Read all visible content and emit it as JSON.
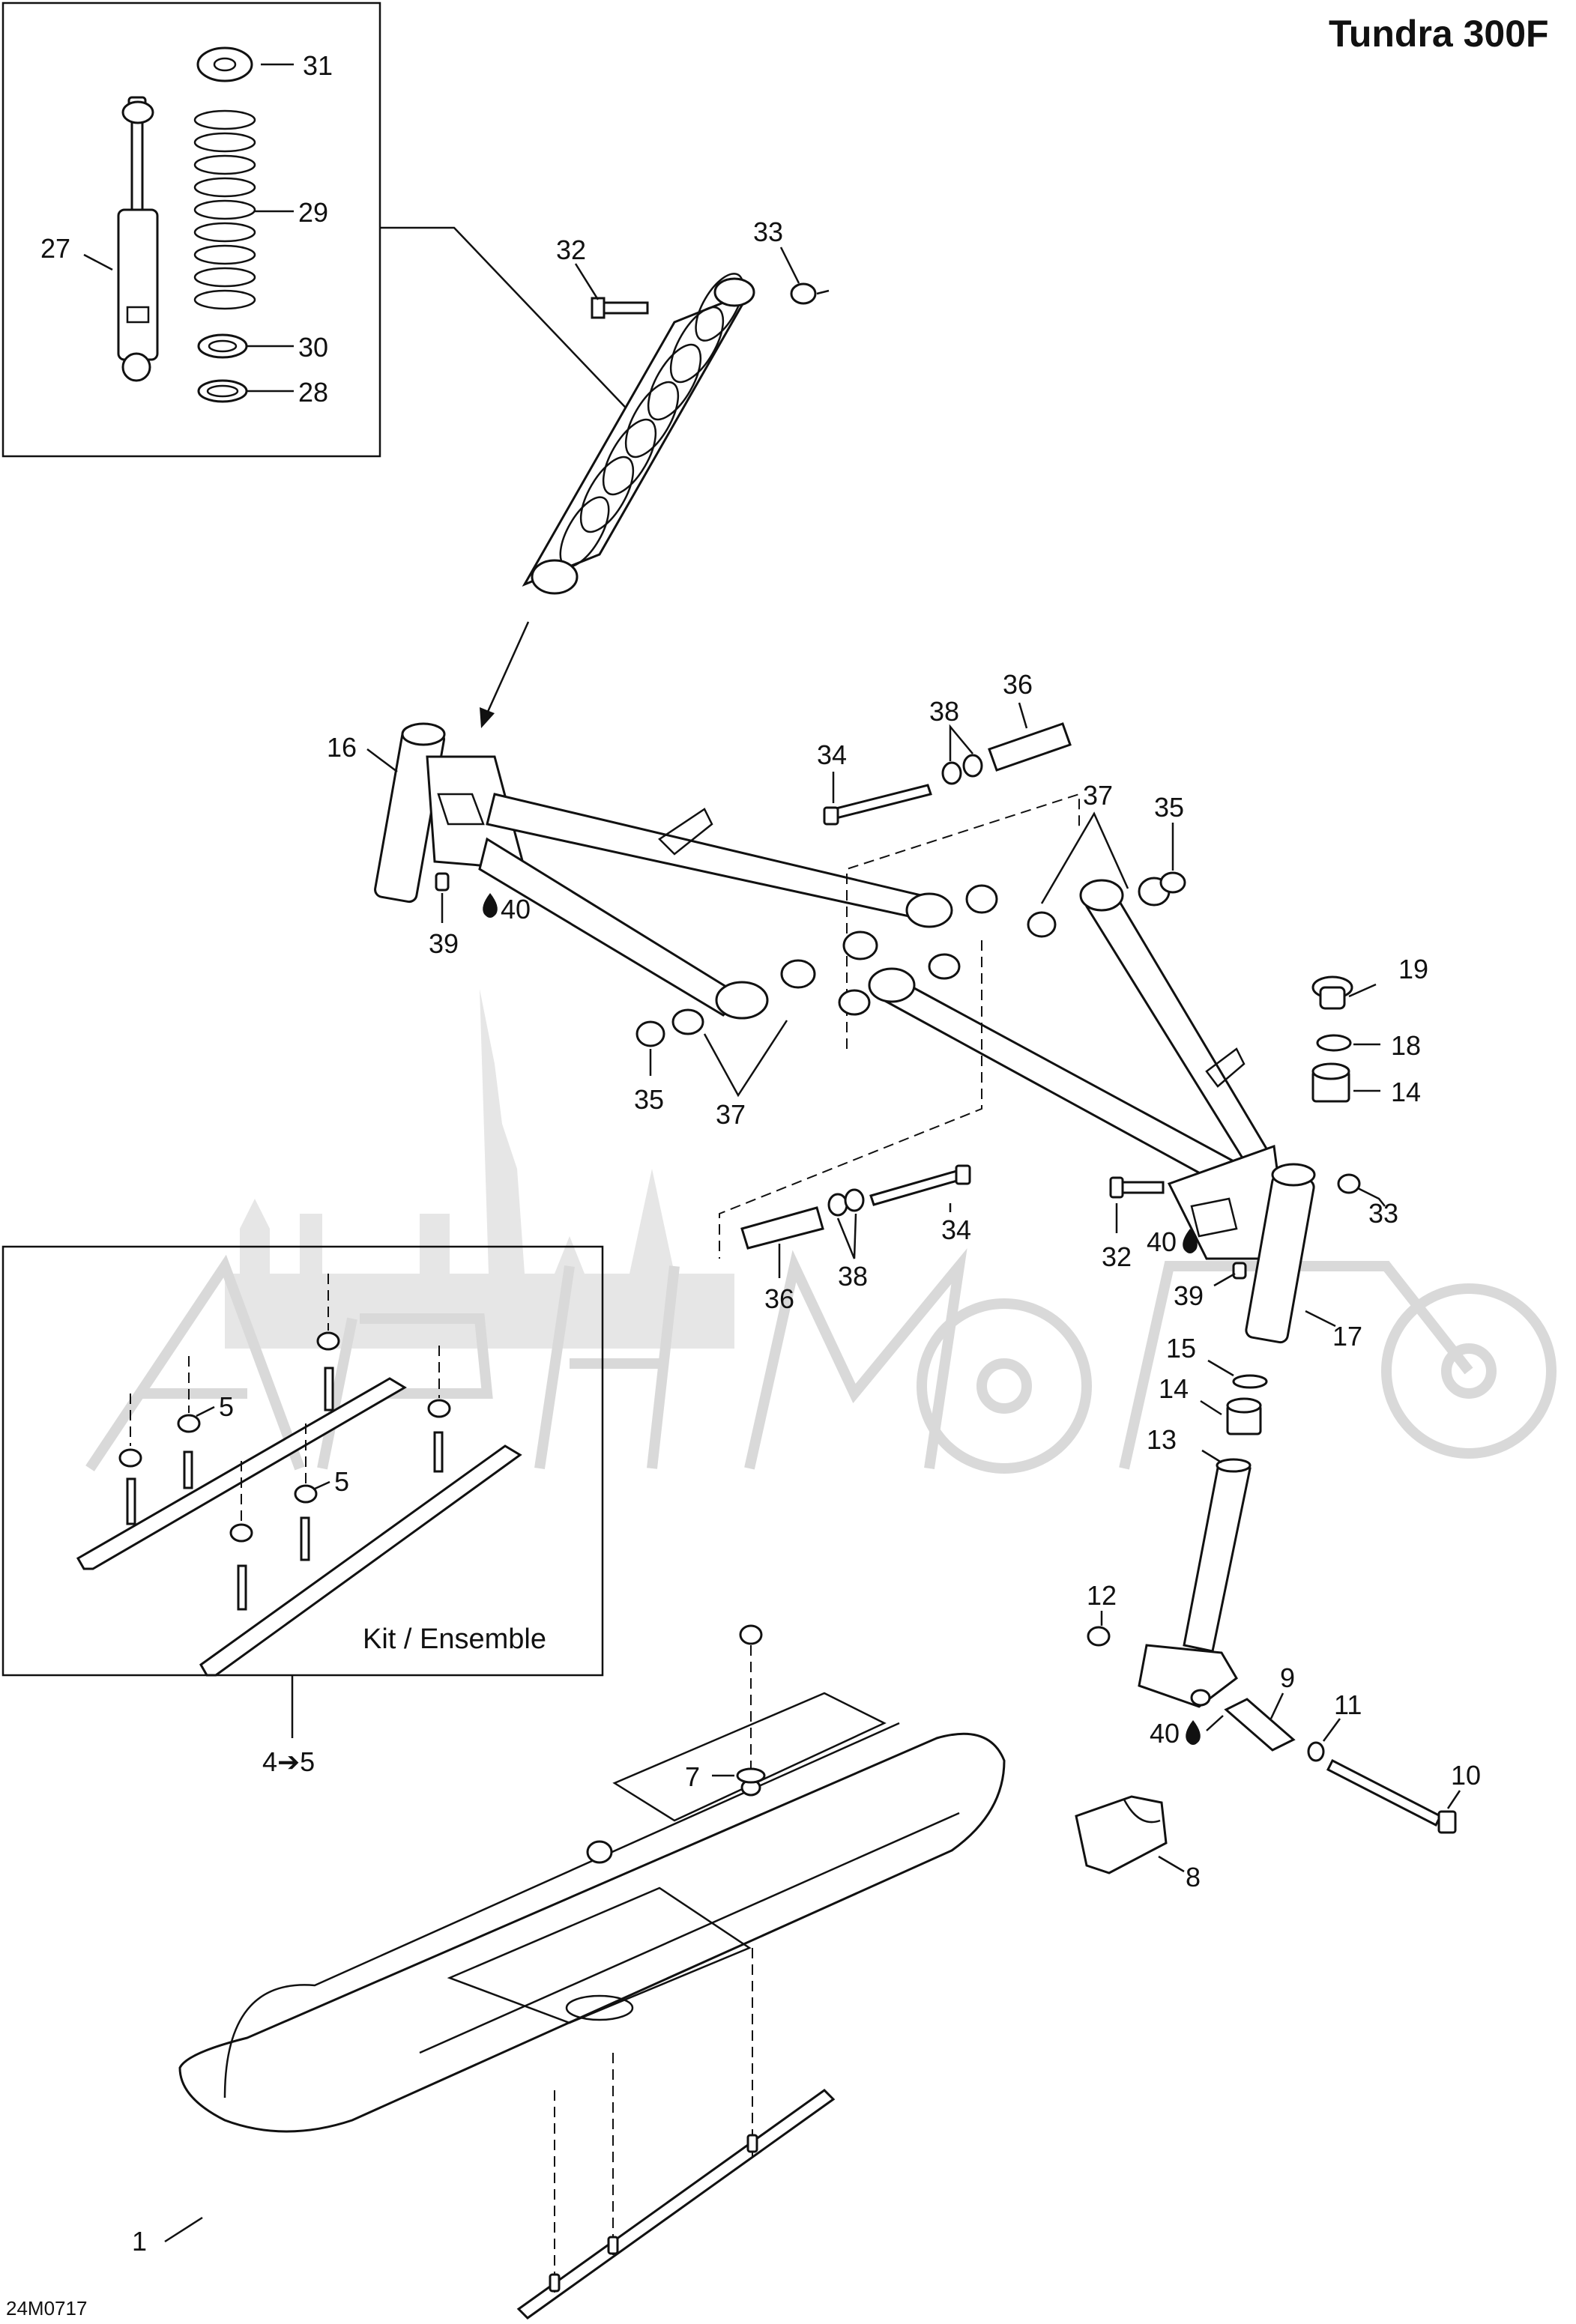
{
  "title": "Tundra 300F",
  "drawing_code": "24M0717",
  "kit_label": "Kit / Ensemble",
  "kit_ref": "4➔5",
  "grease_mark": "40",
  "callouts": {
    "c1": "1",
    "c5a": "5",
    "c5b": "5",
    "c7": "7",
    "c8": "8",
    "c9": "9",
    "c10": "10",
    "c11": "11",
    "c12": "12",
    "c13": "13",
    "c14a": "14",
    "c14b": "14",
    "c15": "15",
    "c16": "16",
    "c17": "17",
    "c18": "18",
    "c19": "19",
    "c27": "27",
    "c28": "28",
    "c29": "29",
    "c30": "30",
    "c31": "31",
    "c32a": "32",
    "c32b": "32",
    "c33a": "33",
    "c33b": "33",
    "c34a": "34",
    "c34b": "34",
    "c35a": "35",
    "c35b": "35",
    "c36a": "36",
    "c36b": "36",
    "c37a": "37",
    "c37b": "37",
    "c38a": "38",
    "c38b": "38",
    "c39a": "39",
    "c39b": "39"
  }
}
